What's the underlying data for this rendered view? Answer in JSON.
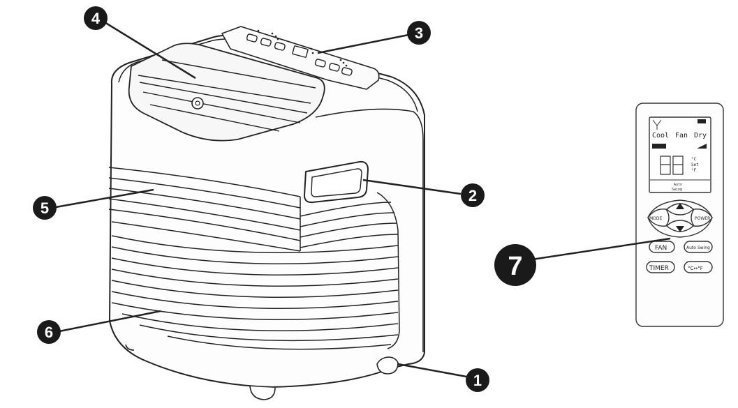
{
  "callouts": {
    "c1": "1",
    "c2": "2",
    "c3": "3",
    "c4": "4",
    "c5": "5",
    "c6": "6",
    "c7": "7"
  },
  "remote": {
    "display": {
      "modes": [
        "Cool",
        "Fan",
        "Dry"
      ],
      "units": [
        "°C",
        "Set",
        "°F"
      ],
      "auto_label": "Auto",
      "swing_label": "Swing"
    },
    "buttons": {
      "mode": "MODE",
      "power": "POWER",
      "fan": "FAN",
      "auto_swing": "Auto Swing",
      "timer": "TIMER",
      "temp_unit": "°C↔°F"
    }
  },
  "colors": {
    "line": "#222222",
    "callout_fill": "#1a1a1a",
    "background": "#ffffff"
  }
}
